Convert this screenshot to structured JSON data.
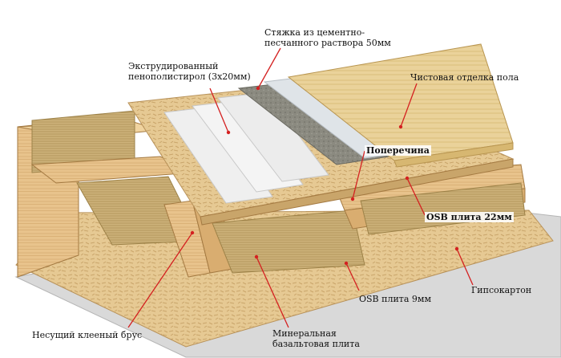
{
  "labels": {
    "screed": "Стяжка из цементно-\nпесчанного раствора 50мм",
    "eps": "Экструдированный\nпенополистирол (3х20мм)",
    "finish_floor": "Чистовая отделка пола",
    "crossbar": "Поперечина",
    "osb22": "OSB плита 22мм",
    "osb9": "OSB плита 9мм",
    "gypsum": "Гипсокартон",
    "beam": "Несущий клееный брус",
    "mineral": "Минеральная\nбазальтовая плита"
  },
  "colors": {
    "osb": "#e6c993",
    "osb_dark": "#c9a56a",
    "beam": "#e8c38c",
    "beam_dark": "#c89a5a",
    "wool": "#cdb27a",
    "wool_dark": "#9d8248",
    "eps": "#eeeeee",
    "screed": "#8b8a80",
    "membrane": "#dfe4e8",
    "parquet": "#ead29a",
    "gypsum": "#d9d9d9",
    "leader": "#d42020"
  }
}
